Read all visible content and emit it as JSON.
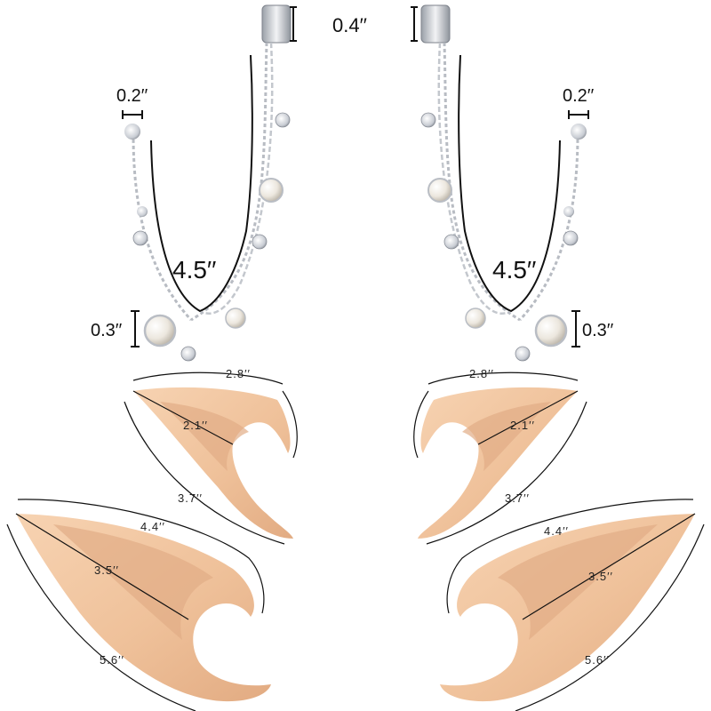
{
  "earring_labels": {
    "cuff_height": "0.4′′",
    "stud_size": "0.2′′",
    "chain_length": "4.5′′",
    "pearl_size": "0.3′′"
  },
  "small_ear_labels": {
    "top_width": "2.8′′",
    "inner_length": "2.1′′",
    "outer_length": "3.7′′"
  },
  "large_ear_labels": {
    "top_width": "4.4′′",
    "inner_length": "3.5′′",
    "outer_length": "5.6′′"
  },
  "colors": {
    "ear_skin": "#f2c9a4",
    "ear_shadow": "#d9a47c",
    "ear_highlight": "#fbe2cc",
    "metal": "#c9ccd2",
    "metal_dark": "#8a8f98",
    "pearl": "#f4f1ec",
    "measure_line": "#111111"
  }
}
